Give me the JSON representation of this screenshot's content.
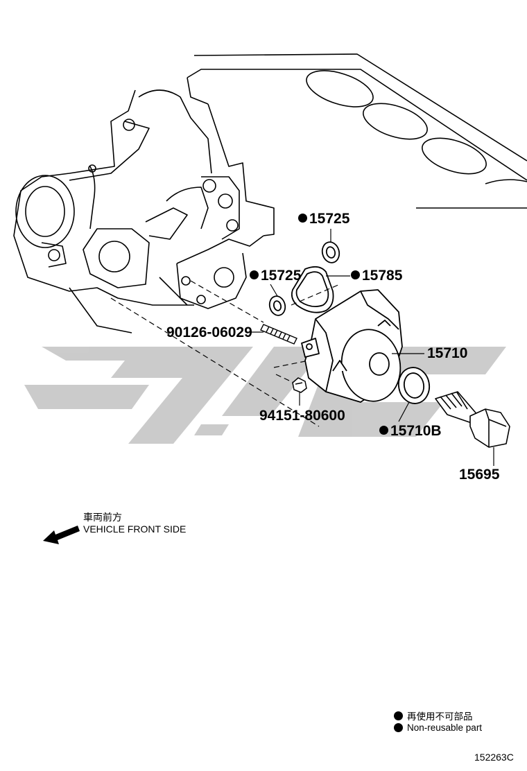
{
  "callouts": {
    "seal_upper": {
      "number": "15725",
      "non_reusable": true
    },
    "seal_lower": {
      "number": "15725",
      "non_reusable": true
    },
    "gasket": {
      "number": "15785",
      "non_reusable": true
    },
    "stud": {
      "number": "90126-06029",
      "non_reusable": false
    },
    "cover": {
      "number": "15710",
      "non_reusable": false
    },
    "plug": {
      "number": "94151-80600",
      "non_reusable": false
    },
    "oring": {
      "number": "15710B",
      "non_reusable": true
    },
    "bolt": {
      "number": "15695",
      "non_reusable": false
    }
  },
  "front": {
    "label_jp": "車両前方",
    "label_en": "VEHICLE FRONT SIDE"
  },
  "legend": {
    "label_jp": "再使用不可部品",
    "label_en": "Non-reusable part"
  },
  "diagram_id": "152263C",
  "colors": {
    "line": "#000000",
    "watermark": "#c9c9c9"
  }
}
